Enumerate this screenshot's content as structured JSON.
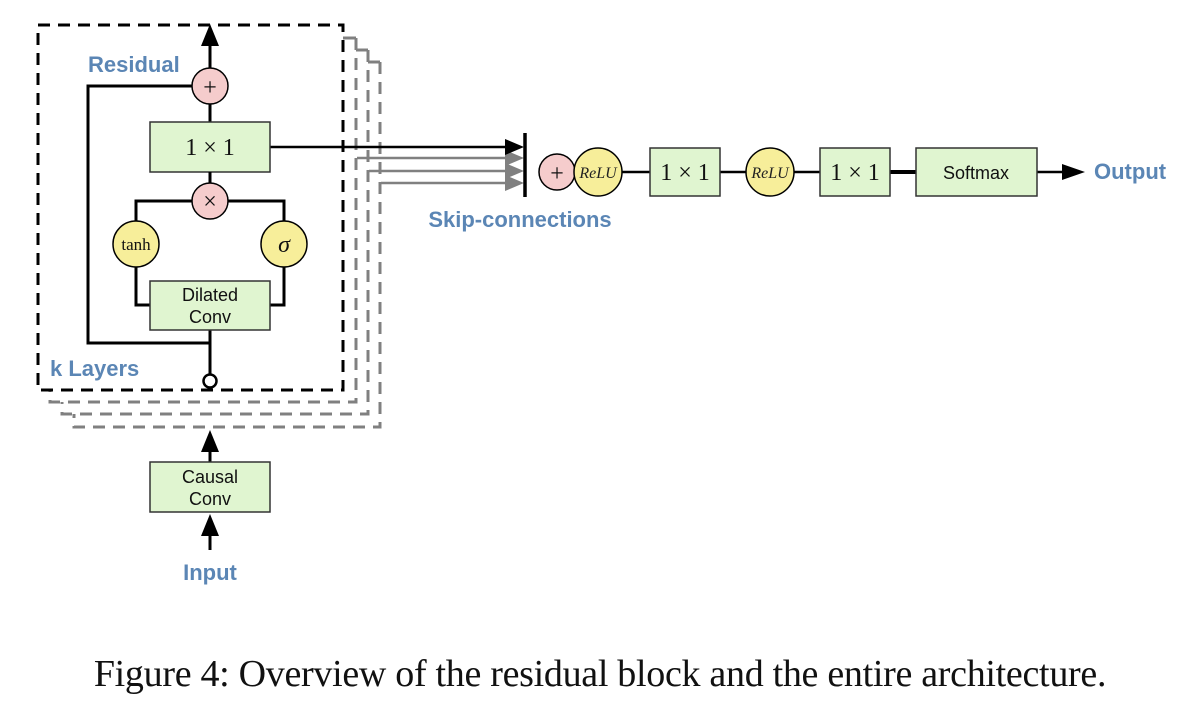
{
  "figure": {
    "caption": "Figure 4: Overview of the residual block and the entire architecture.",
    "colors": {
      "label_blue": "#5b86b5",
      "box_fill": "#e0f5d0",
      "add_circle_fill": "#f5cccc",
      "activation_circle_fill": "#f7ee9a",
      "stack_gray": "#808080"
    },
    "residual_block": {
      "residual_label": "Residual",
      "k_layers_label": "k Layers",
      "add_symbol": "+",
      "multiply_symbol": "×",
      "tanh_label": "tanh",
      "sigma_label": "σ",
      "conv1x1_label": "1 × 1",
      "dilated_conv_line1": "Dilated",
      "dilated_conv_line2": "Conv"
    },
    "input_stage": {
      "causal_conv_line1": "Causal",
      "causal_conv_line2": "Conv",
      "input_label": "Input"
    },
    "output_stage": {
      "skip_label": "Skip-connections",
      "add_symbol": "+",
      "relu1_label": "ReLU",
      "conv1_label": "1 × 1",
      "relu2_label": "ReLU",
      "conv2_label": "1 × 1",
      "softmax_label": "Softmax",
      "output_label": "Output"
    }
  }
}
